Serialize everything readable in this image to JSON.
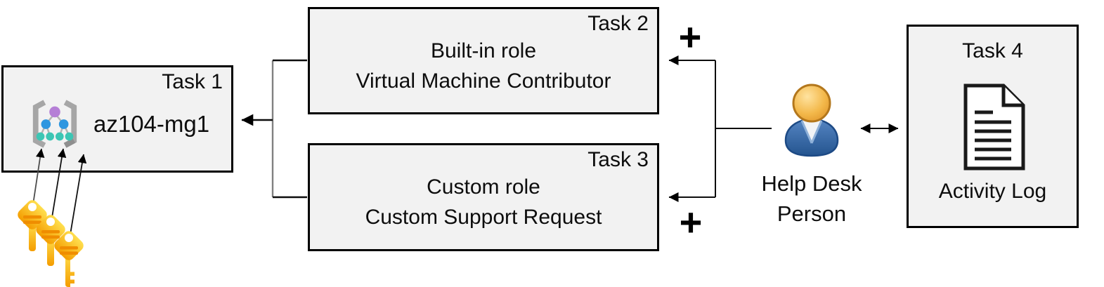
{
  "task1": {
    "title": "Task 1",
    "label": "az104-mg1",
    "icon": "management-group-icon"
  },
  "task2": {
    "title": "Task 2",
    "line1": "Built-in role",
    "line2": "Virtual Machine Contributor"
  },
  "task3": {
    "title": "Task 3",
    "line1": "Custom role",
    "line2": "Custom Support Request"
  },
  "task4": {
    "title": "Task 4",
    "label": "Activity Log",
    "icon": "document-icon"
  },
  "actor": {
    "line1": "Help Desk",
    "line2": "Person",
    "icon": "person-icon"
  },
  "symbols": {
    "plus_top": "+",
    "plus_bottom": "+"
  },
  "icons": {
    "credentials": "keys-icon"
  },
  "colors": {
    "box_fill": "#f2f2f2",
    "box_border": "#000000",
    "connector_black": "#0d0d0d",
    "connector_gray": "#808080",
    "bracket_gray": "#a6a6a6",
    "mg_root_purple": "#b57fd6",
    "mg_mid_blue": "#2e96e0",
    "mg_leaf_teal": "#3cc6b4",
    "key_yellow": "#ffdf4e",
    "key_orange": "#f49d00",
    "key_stripe": "#ef8d00",
    "person_head": "#eda832",
    "person_body": "#2d5a96",
    "document_ink": "#1a1a1a"
  }
}
